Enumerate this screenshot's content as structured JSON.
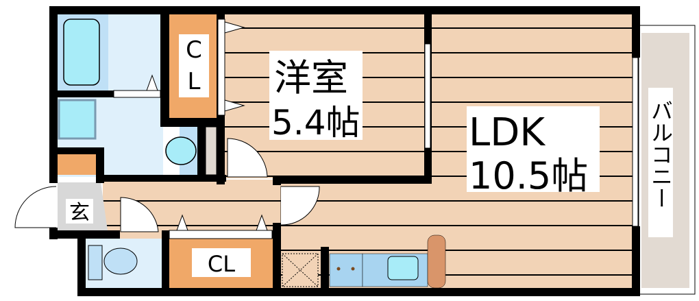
{
  "floor_plan": {
    "rooms": {
      "western_room": {
        "name": "洋室",
        "size": "5.4帖"
      },
      "ldk": {
        "name": "LDK",
        "size": "10.5帖"
      },
      "closet_top": {
        "label_line1": "C",
        "label_line2": "L"
      },
      "closet_bottom": {
        "label": "CL"
      },
      "entrance": {
        "label": "玄"
      },
      "balcony": {
        "label": "バルコニー"
      }
    },
    "colors": {
      "wood_floor": "#f2d3b6",
      "wet_area": "#dff0fb",
      "fixture_blue": "#a8ecf8",
      "closet": "#f0a868",
      "entrance": "#d8d8d8",
      "balcony": "#e2dad2",
      "wall": "#000000"
    }
  }
}
